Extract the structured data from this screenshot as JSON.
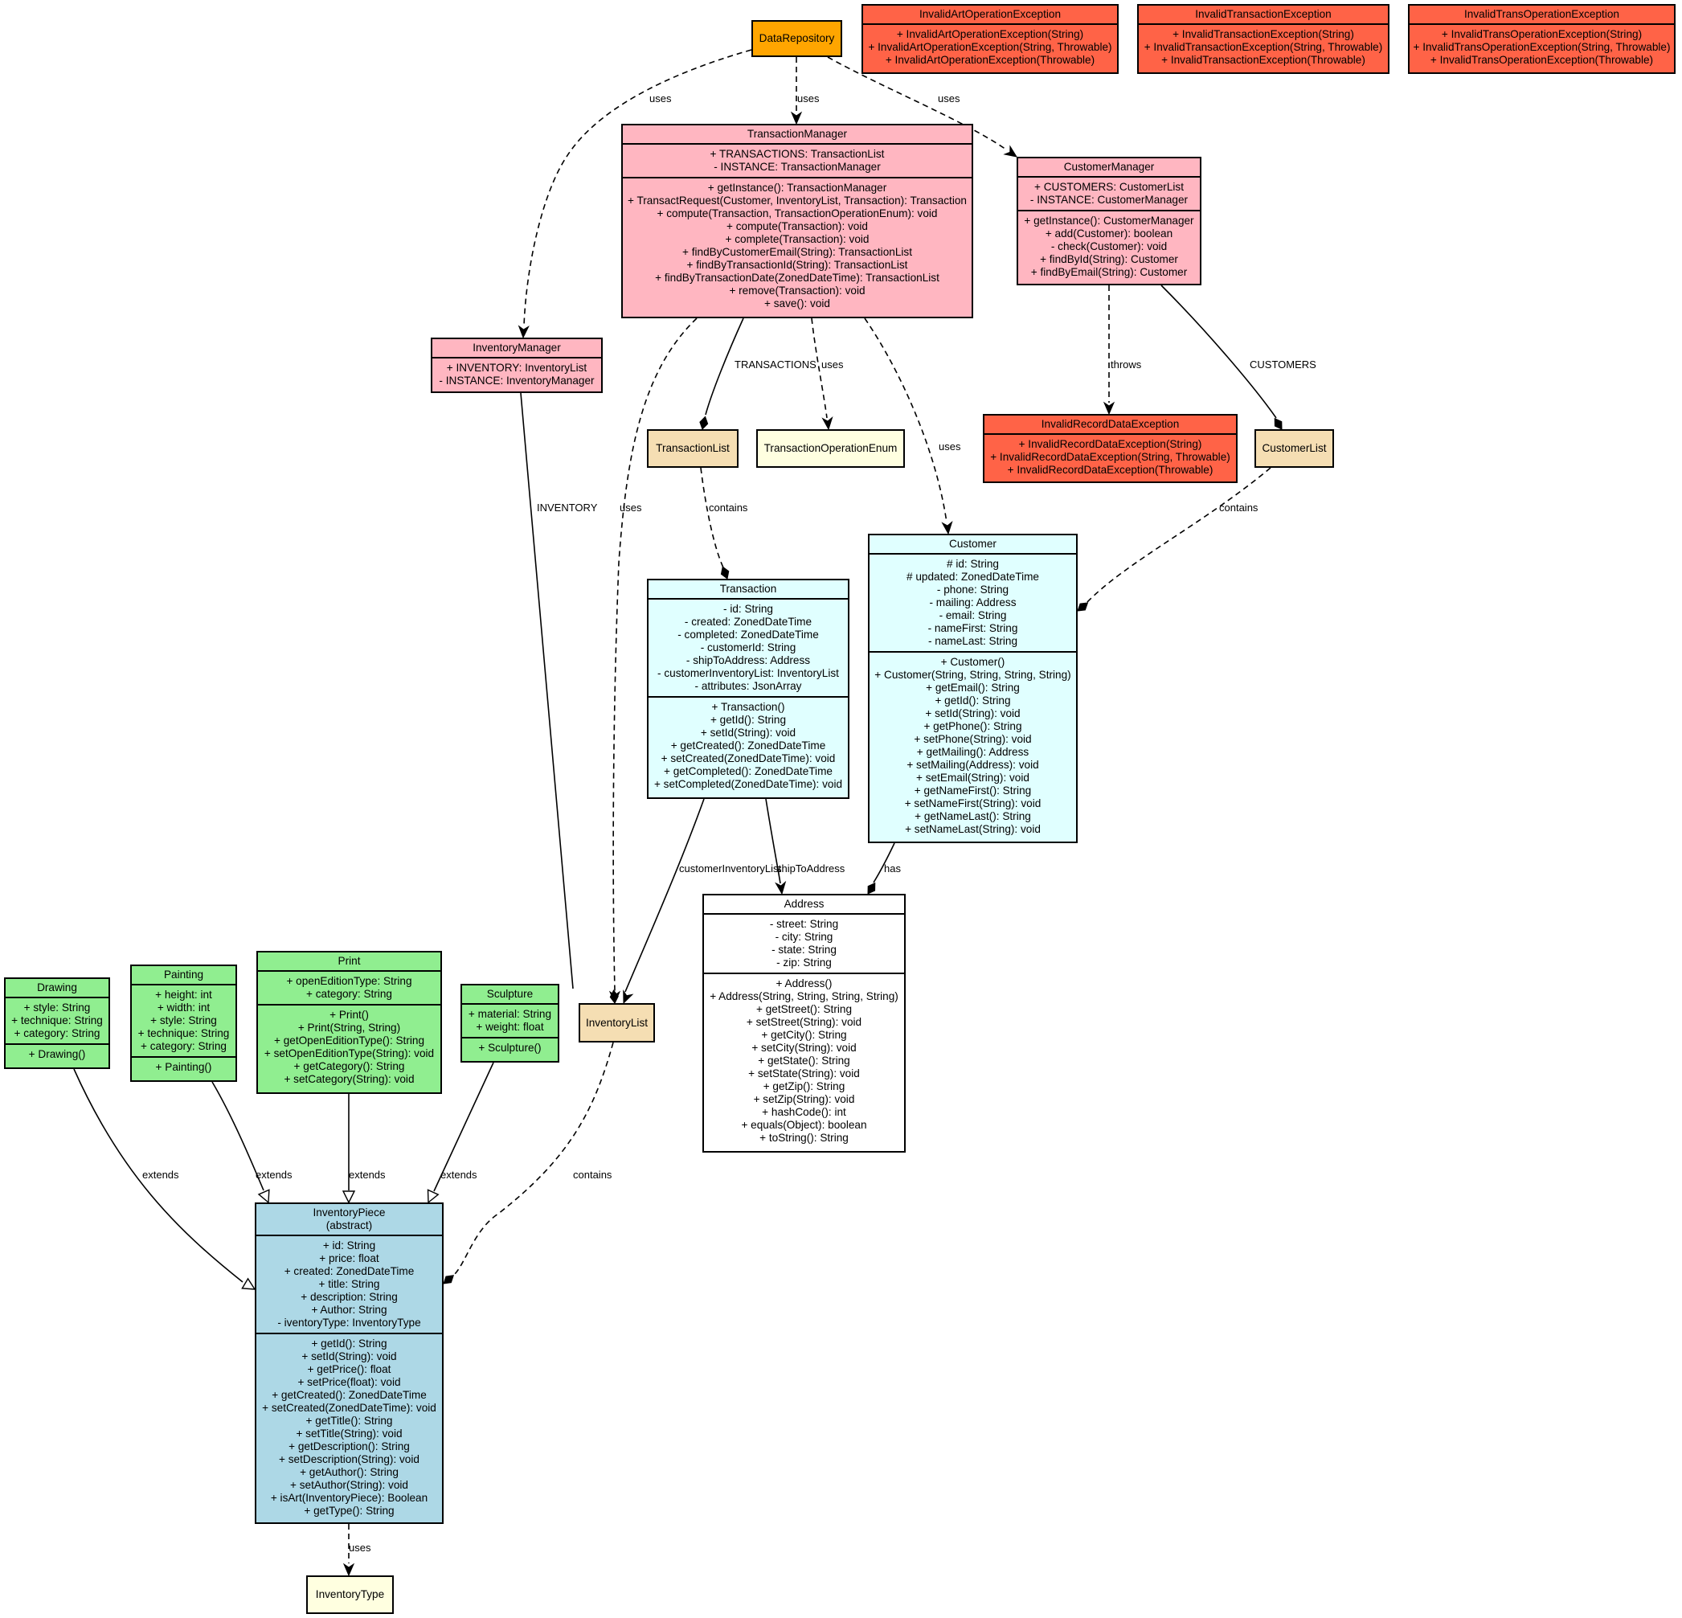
{
  "colors": {
    "manager": "#FFB6C1",
    "exception": "#FF6347",
    "repository": "#FFA500",
    "list": "#F5DEB3",
    "enum": "#FFFFE0",
    "model": "#E0FFFF",
    "art": "#90EE90",
    "abstract": "#ADD8E6",
    "plain": "#FFFFFF"
  },
  "nodes": {
    "DataRepository": {
      "title": [
        "DataRepository"
      ],
      "color": "repository",
      "sections": []
    },
    "InvalidArtOperationException": {
      "title": [
        "InvalidArtOperationException"
      ],
      "color": "exception",
      "sections": [
        [
          "+ InvalidArtOperationException(String)",
          "+ InvalidArtOperationException(String, Throwable)",
          "+ InvalidArtOperationException(Throwable)"
        ]
      ]
    },
    "InvalidTransactionException": {
      "title": [
        "InvalidTransactionException"
      ],
      "color": "exception",
      "sections": [
        [
          "+ InvalidTransactionException(String)",
          "+ InvalidTransactionException(String, Throwable)",
          "+ InvalidTransactionException(Throwable)"
        ]
      ]
    },
    "InvalidTransOperationException": {
      "title": [
        "InvalidTransOperationException"
      ],
      "color": "exception",
      "sections": [
        [
          "+ InvalidTransOperationException(String)",
          "+ InvalidTransOperationException(String, Throwable)",
          "+ InvalidTransOperationException(Throwable)"
        ]
      ]
    },
    "TransactionManager": {
      "title": [
        "TransactionManager"
      ],
      "color": "manager",
      "sections": [
        [
          "+ TRANSACTIONS: TransactionList",
          "- INSTANCE: TransactionManager"
        ],
        [
          "+ getInstance(): TransactionManager",
          "+ TransactRequest(Customer, InventoryList, Transaction): Transaction",
          "+ compute(Transaction, TransactionOperationEnum): void",
          "+ compute(Transaction): void",
          "+ complete(Transaction): void",
          "+ findByCustomerEmail(String): TransactionList",
          "+ findByTransactionId(String): TransactionList",
          "+ findByTransactionDate(ZonedDateTime): TransactionList",
          "+ remove(Transaction): void",
          "+ save(): void"
        ]
      ]
    },
    "CustomerManager": {
      "title": [
        "CustomerManager"
      ],
      "color": "manager",
      "sections": [
        [
          "+ CUSTOMERS: CustomerList",
          "- INSTANCE: CustomerManager"
        ],
        [
          "+ getInstance(): CustomerManager",
          "+ add(Customer): boolean",
          "- check(Customer): void",
          "+ findById(String): Customer",
          "+ findByEmail(String): Customer"
        ]
      ]
    },
    "InventoryManager": {
      "title": [
        "InventoryManager"
      ],
      "color": "manager",
      "sections": [
        [
          "+ INVENTORY: InventoryList",
          "- INSTANCE: InventoryManager"
        ]
      ]
    },
    "TransactionList": {
      "title": [
        "TransactionList"
      ],
      "color": "list",
      "sections": []
    },
    "TransactionOperationEnum": {
      "title": [
        "TransactionOperationEnum"
      ],
      "color": "enum",
      "sections": []
    },
    "InvalidRecordDataException": {
      "title": [
        "InvalidRecordDataException"
      ],
      "color": "exception",
      "sections": [
        [
          "+ InvalidRecordDataException(String)",
          "+ InvalidRecordDataException(String, Throwable)",
          "+ InvalidRecordDataException(Throwable)"
        ]
      ]
    },
    "CustomerList": {
      "title": [
        "CustomerList"
      ],
      "color": "list",
      "sections": []
    },
    "Customer": {
      "title": [
        "Customer"
      ],
      "color": "model",
      "sections": [
        [
          "# id: String",
          "# updated: ZonedDateTime",
          "- phone: String",
          "- mailing: Address",
          "- email: String",
          "- nameFirst: String",
          "- nameLast: String"
        ],
        [
          "+ Customer()",
          "+ Customer(String, String, String, String)",
          "+ getEmail(): String",
          "+ getId(): String",
          "+ setId(String): void",
          "+ getPhone(): String",
          "+ setPhone(String): void",
          "+ getMailing(): Address",
          "+ setMailing(Address): void",
          "+ setEmail(String): void",
          "+ getNameFirst(): String",
          "+ setNameFirst(String): void",
          "+ getNameLast(): String",
          "+ setNameLast(String): void"
        ]
      ]
    },
    "Transaction": {
      "title": [
        "Transaction"
      ],
      "color": "model",
      "sections": [
        [
          "- id: String",
          "- created: ZonedDateTime",
          "- completed: ZonedDateTime",
          "- customerId: String",
          "- shipToAddress: Address",
          "- customerInventoryList: InventoryList",
          "- attributes: JsonArray"
        ],
        [
          "+ Transaction()",
          "+ getId(): String",
          "+ setId(String): void",
          "+ getCreated(): ZonedDateTime",
          "+ setCreated(ZonedDateTime): void",
          "+ getCompleted(): ZonedDateTime",
          "+ setCompleted(ZonedDateTime): void"
        ]
      ]
    },
    "Address": {
      "title": [
        "Address"
      ],
      "color": "plain",
      "sections": [
        [
          "- street: String",
          "- city: String",
          "- state: String",
          "- zip: String"
        ],
        [
          "+ Address()",
          "+ Address(String, String, String, String)",
          "+ getStreet(): String",
          "+ setStreet(String): void",
          "+ getCity(): String",
          "+ setCity(String): void",
          "+ getState(): String",
          "+ setState(String): void",
          "+ getZip(): String",
          "+ setZip(String): void",
          "+ hashCode(): int",
          "+ equals(Object): boolean",
          "+ toString(): String"
        ]
      ]
    },
    "InventoryList": {
      "title": [
        "InventoryList"
      ],
      "color": "list",
      "sections": []
    },
    "Drawing": {
      "title": [
        "Drawing"
      ],
      "color": "art",
      "sections": [
        [
          "+ style: String",
          "+ technique: String",
          "+ category: String"
        ],
        [
          "+ Drawing()"
        ]
      ]
    },
    "Painting": {
      "title": [
        "Painting"
      ],
      "color": "art",
      "sections": [
        [
          "+ height: int",
          "+ width: int",
          "+ style: String",
          "+ technique: String",
          "+ category: String"
        ],
        [
          "+ Painting()"
        ]
      ]
    },
    "Print": {
      "title": [
        "Print"
      ],
      "color": "art",
      "sections": [
        [
          "+ openEditionType: String",
          "+ category: String"
        ],
        [
          "+ Print()",
          "+ Print(String, String)",
          "+ getOpenEditionType(): String",
          "+ setOpenEditionType(String): void",
          "+ getCategory(): String",
          "+ setCategory(String): void"
        ]
      ]
    },
    "Sculpture": {
      "title": [
        "Sculpture"
      ],
      "color": "art",
      "sections": [
        [
          "+ material: String",
          "+ weight: float"
        ],
        [
          "+ Sculpture()"
        ]
      ]
    },
    "InventoryPiece": {
      "title": [
        "InventoryPiece",
        "(abstract)"
      ],
      "color": "abstract",
      "sections": [
        [
          "+ id: String",
          "+ price: float",
          "+ created: ZonedDateTime",
          "+ title: String",
          "+ description: String",
          "+ Author: String",
          "- iventoryType: InventoryType"
        ],
        [
          "+ getId(): String",
          "+ setId(String): void",
          "+ getPrice(): float",
          "+ setPrice(float): void",
          "+ getCreated(): ZonedDateTime",
          "+ setCreated(ZonedDateTime): void",
          "+ getTitle(): String",
          "+ setTitle(String): void",
          "+ getDescription(): String",
          "+ setDescription(String): void",
          "+ getAuthor(): String",
          "+ setAuthor(String): void",
          "+ isArt(InventoryPiece): Boolean",
          "+ getType(): String"
        ]
      ]
    },
    "InventoryType": {
      "title": [
        "InventoryType"
      ],
      "color": "enum",
      "sections": []
    }
  },
  "edges": [
    {
      "from": "DataRepository",
      "to": "InventoryManager",
      "label": "uses",
      "style": "dashed",
      "head": "arrow"
    },
    {
      "from": "DataRepository",
      "to": "TransactionManager",
      "label": "uses",
      "style": "dashed",
      "head": "arrow"
    },
    {
      "from": "DataRepository",
      "to": "CustomerManager",
      "label": "uses",
      "style": "dashed",
      "head": "arrow"
    },
    {
      "from": "TransactionManager",
      "to": "TransactionList",
      "label": "TRANSACTIONS",
      "style": "solid",
      "head": "diamond"
    },
    {
      "from": "TransactionManager",
      "to": "TransactionOperationEnum",
      "label": "uses",
      "style": "dashed",
      "head": "arrow"
    },
    {
      "from": "TransactionManager",
      "to": "InventoryList",
      "label": "uses",
      "style": "dashed",
      "head": "arrow"
    },
    {
      "from": "TransactionManager",
      "to": "Customer",
      "label": "uses",
      "style": "dashed",
      "head": "arrow"
    },
    {
      "from": "CustomerManager",
      "to": "InvalidRecordDataException",
      "label": "throws",
      "style": "dashed",
      "head": "arrow"
    },
    {
      "from": "CustomerManager",
      "to": "CustomerList",
      "label": "CUSTOMERS",
      "style": "solid",
      "head": "diamond"
    },
    {
      "from": "InventoryManager",
      "to": "InventoryList",
      "label": "INVENTORY",
      "style": "solid",
      "head": "diamond"
    },
    {
      "from": "TransactionList",
      "to": "Transaction",
      "label": "contains",
      "style": "dashed",
      "head": "diamond"
    },
    {
      "from": "CustomerList",
      "to": "Customer",
      "label": "contains",
      "style": "dashed",
      "head": "diamond"
    },
    {
      "from": "Transaction",
      "to": "InventoryList",
      "label": "customerInventoryList",
      "style": "solid",
      "head": "arrow"
    },
    {
      "from": "Transaction",
      "to": "Address",
      "label": "shipToAddress",
      "style": "solid",
      "head": "arrow"
    },
    {
      "from": "Customer",
      "to": "Address",
      "label": "has",
      "style": "solid",
      "head": "diamond"
    },
    {
      "from": "InventoryList",
      "to": "InventoryPiece",
      "label": "contains",
      "style": "dashed",
      "head": "diamond"
    },
    {
      "from": "Drawing",
      "to": "InventoryPiece",
      "label": "extends",
      "style": "solid",
      "head": "triangle"
    },
    {
      "from": "Painting",
      "to": "InventoryPiece",
      "label": "extends",
      "style": "solid",
      "head": "triangle"
    },
    {
      "from": "Print",
      "to": "InventoryPiece",
      "label": "extends",
      "style": "solid",
      "head": "triangle"
    },
    {
      "from": "Sculpture",
      "to": "InventoryPiece",
      "label": "extends",
      "style": "solid",
      "head": "triangle"
    },
    {
      "from": "InventoryPiece",
      "to": "InventoryType",
      "label": "uses",
      "style": "dashed",
      "head": "arrow"
    }
  ]
}
